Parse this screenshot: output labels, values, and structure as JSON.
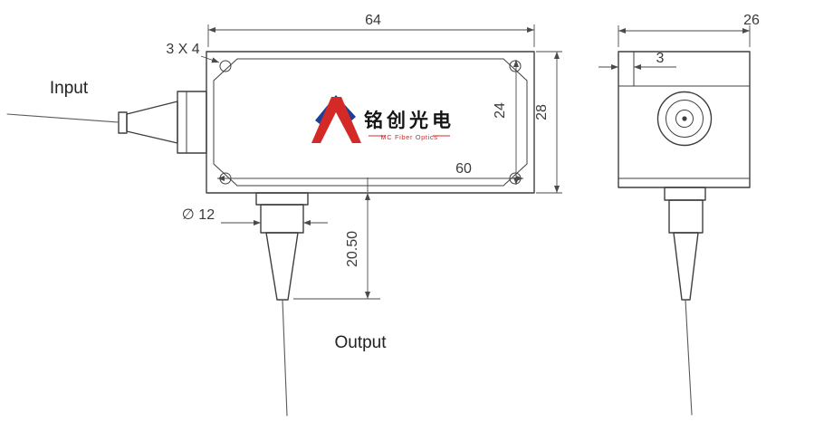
{
  "drawing": {
    "labels": {
      "input": "Input",
      "output": "Output"
    },
    "dims": {
      "front_width": "64",
      "inner_width": "60",
      "inner_height": "24",
      "front_height": "28",
      "corner_holes": "3 X 4",
      "output_diameter": "∅ 12",
      "output_length": "20.50",
      "side_width": "26",
      "side_step": "3"
    },
    "logo": {
      "name_cn": "铭创光电",
      "name_en": "MC Fiber Optics"
    },
    "colors": {
      "line": "#3f3f3f",
      "logo_red": "#d42a27",
      "logo_blue": "#1e3f96"
    }
  }
}
